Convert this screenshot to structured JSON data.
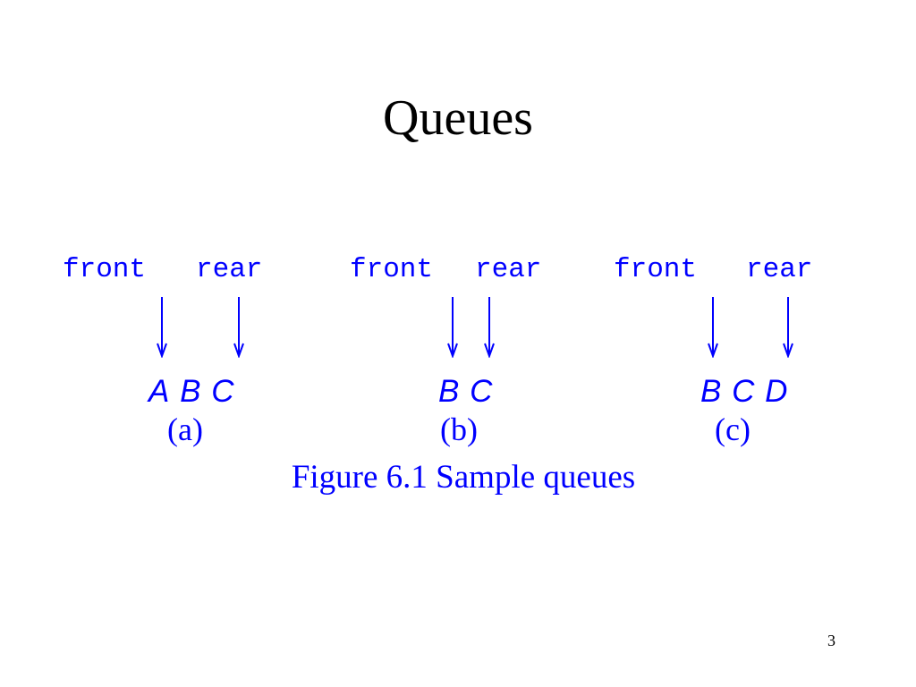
{
  "slide": {
    "title": "Queues",
    "page_number": "3"
  },
  "figure": {
    "caption": "Figure 6.1 Sample queues",
    "colors": {
      "diagram": "#0000ff",
      "text": "#000000"
    },
    "queues": [
      {
        "front_label": "front",
        "rear_label": "rear",
        "elements": [
          "A",
          "B",
          "C"
        ],
        "sublabel": "(a)",
        "front_points_to": "A",
        "rear_points_to": "C"
      },
      {
        "front_label": "front",
        "rear_label": "rear",
        "elements": [
          "B",
          "C"
        ],
        "sublabel": "(b)",
        "front_points_to": "B",
        "rear_points_to": "C"
      },
      {
        "front_label": "front",
        "rear_label": "rear",
        "elements": [
          "B",
          "C",
          "D"
        ],
        "sublabel": "(c)",
        "front_points_to": "B",
        "rear_points_to": "D"
      }
    ]
  }
}
